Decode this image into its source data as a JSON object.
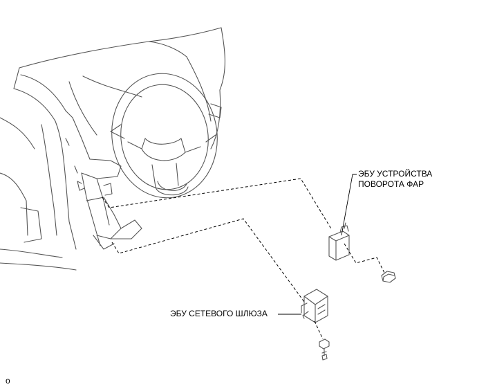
{
  "labels": {
    "headlamp_ecu_line1": "ЭБУ УСТРОЙСТВА",
    "headlamp_ecu_line2": "ПОВОРОТА ФАР",
    "gateway_ecu": "ЭБУ СЕТЕВОГО ШЛЮЗА"
  },
  "figure_code": "o",
  "colors": {
    "line": "#555555",
    "leader": "#000000"
  }
}
